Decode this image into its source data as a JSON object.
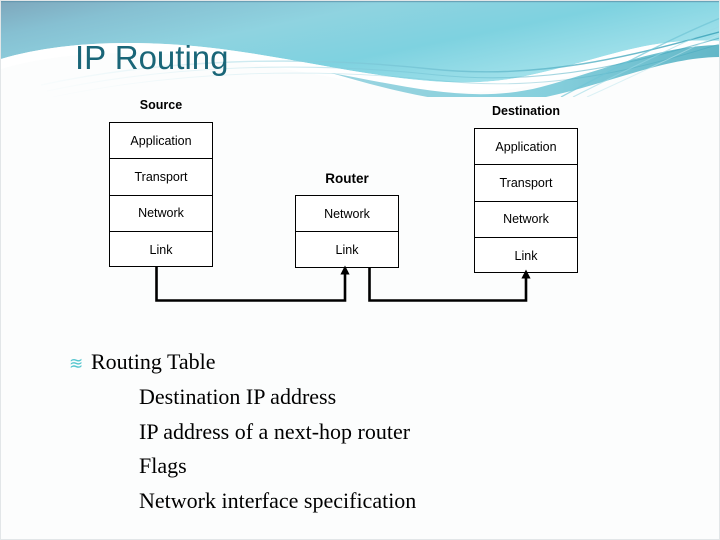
{
  "slide": {
    "title": "IP Routing",
    "title_color": "#1a6678",
    "background_color": "#fcfdfd"
  },
  "banner": {
    "icon": "wave-banner-decoration",
    "gradient_start": "#7fa8bd",
    "gradient_mid": "#6ec9d8",
    "gradient_end": "#a9e4ec",
    "accent_color": "#2f9fb5"
  },
  "diagram": {
    "type": "protocol-stack",
    "stacks": [
      {
        "id": "source",
        "label": "Source",
        "layers": [
          "Application",
          "Transport",
          "Network",
          "Link"
        ]
      },
      {
        "id": "router",
        "label": "Router",
        "layers": [
          "Network",
          "Link"
        ]
      },
      {
        "id": "destination",
        "label": "Destination",
        "layers": [
          "Application",
          "Transport",
          "Network",
          "Link"
        ]
      }
    ],
    "connectors": [
      {
        "from": "source-link",
        "to": "router-link",
        "style": "elbow-arrow"
      },
      {
        "from": "router-link",
        "to": "destination-link",
        "style": "elbow-arrow"
      }
    ],
    "line_color": "#000000"
  },
  "body": {
    "bullet_glyph": "≋",
    "bullet_color": "#57c6cf",
    "level1": "Routing Table",
    "level2": [
      "Destination IP address",
      "IP address of a next-hop router",
      "Flags",
      "Network interface specification"
    ]
  }
}
